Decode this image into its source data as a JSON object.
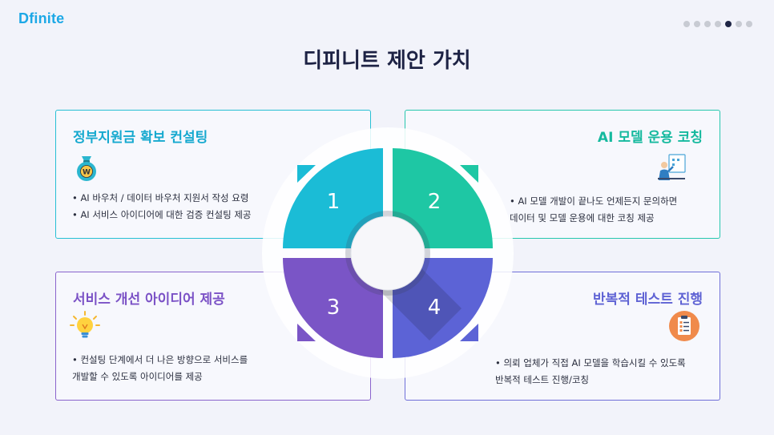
{
  "brand": {
    "logo_text": "Dfinite"
  },
  "pager": {
    "count": 7,
    "active_index": 4
  },
  "page": {
    "title": "디피니트 제안 가치"
  },
  "cards": [
    {
      "title": "정부지원금 확보 컨설팅",
      "lines": [
        "• AI 바우처 / 데이터 바우처 지원서 작성 요령",
        "• AI 서비스 아이디어에 대한 검증 컨설팅 제공"
      ],
      "icon": "money-bag-icon"
    },
    {
      "title": "AI 모델 운용 코칭",
      "lines": [
        "• AI 모델 개발이 끝나도 언제든지 문의하면",
        "데이터 및 모델 운용에 대한 코칭 제공"
      ],
      "icon": "presentation-icon"
    },
    {
      "title": "서비스 개선 아이디어 제공",
      "lines": [
        "• 컨설팅 단계에서 더 나은 방향으로 서비스를",
        "개발할 수 있도록 아이디어를 제공"
      ],
      "icon": "lightbulb-icon"
    },
    {
      "title": "반복적 테스트 진행",
      "lines": [
        "• 의뢰 업체가 직접 AI 모델을 학습시킬 수 있도록",
        "반복적 테스트 진행/코칭"
      ],
      "icon": "checklist-icon"
    }
  ],
  "wheel": {
    "numbers": [
      "1",
      "2",
      "3",
      "4"
    ],
    "colors": [
      "#1bbcd6",
      "#1ec7a4",
      "#7a55c6",
      "#5c63d6"
    ]
  }
}
